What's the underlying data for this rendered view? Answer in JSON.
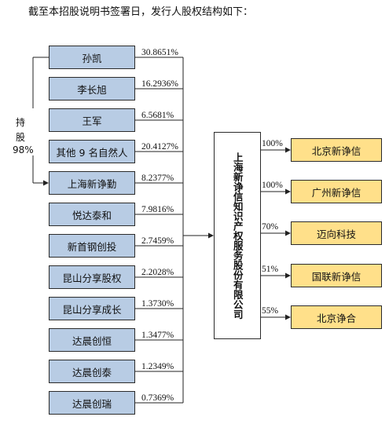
{
  "intro": "截至本招股说明书签署日，发行人股权结构如下：",
  "side_label": {
    "line1": "持",
    "line2": "股",
    "line3": "98%"
  },
  "company": "上海新诤信知识产权服务股份有限公司",
  "shareholders": [
    {
      "name": "孙凯",
      "pct": "30.8651%"
    },
    {
      "name": "李长旭",
      "pct": "16.2936%"
    },
    {
      "name": "王军",
      "pct": "6.5681%"
    },
    {
      "name": "其他 9 名自然人",
      "pct": "20.4127%"
    },
    {
      "name": "上海新诤勤",
      "pct": "8.2377%"
    },
    {
      "name": "悦达泰和",
      "pct": "7.9816%"
    },
    {
      "name": "新首钢创投",
      "pct": "2.7459%"
    },
    {
      "name": "昆山分享股权",
      "pct": "2.2028%"
    },
    {
      "name": "昆山分享成长",
      "pct": "1.3730%"
    },
    {
      "name": "达晨创恒",
      "pct": "1.3477%"
    },
    {
      "name": "达晨创泰",
      "pct": "1.2349%"
    },
    {
      "name": "达晨创瑞",
      "pct": "0.7369%"
    }
  ],
  "subsidiaries": [
    {
      "name": "北京新诤信",
      "pct": "100%"
    },
    {
      "name": "广州新诤信",
      "pct": "100%"
    },
    {
      "name": "迈向科技",
      "pct": "70%"
    },
    {
      "name": "国联新诤信",
      "pct": "51%"
    },
    {
      "name": "北京诤合",
      "pct": "55%"
    }
  ]
}
